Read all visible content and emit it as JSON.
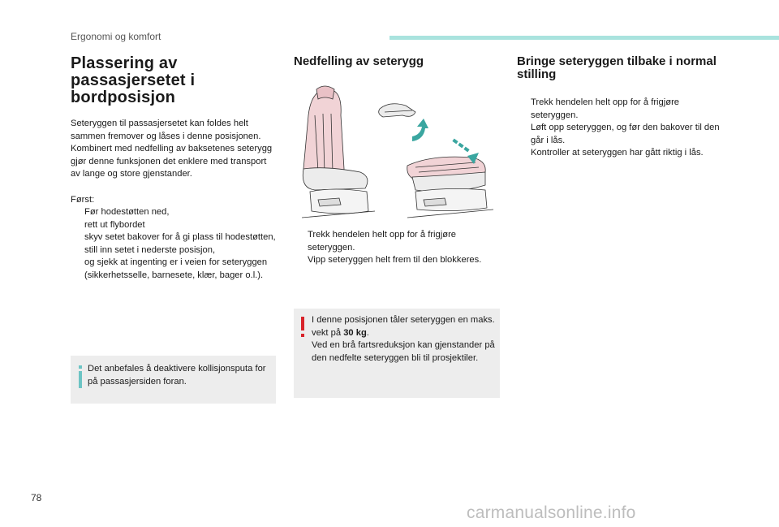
{
  "header": {
    "section": "Ergonomi og komfort"
  },
  "col1": {
    "title": "Plassering av passasjersetet i bordposisjon",
    "intro": "Seteryggen til passasjersetet kan foldes helt sammen fremover og låses i denne posisjonen. Kombinert med nedfelling av baksetenes seterygg gjør denne funksjonen det enklere med transport av lange og store gjenstander.",
    "first_label": "Først:",
    "bullets": [
      "Før hodestøtten ned,",
      "rett ut flybordet",
      "skyv setet bakover for å gi plass til hodestøtten,",
      "still inn setet i nederste posisjon,",
      "og sjekk at ingenting er i veien for seteryggen (sikkerhetsselle, barnesete, klær, bager o.l.)."
    ],
    "info": "Det anbefales å deaktivere kollisjonsputa for på passasjersiden foran."
  },
  "col2": {
    "title": "Nedfelling av seterygg",
    "bullets": [
      "Trekk hendelen helt opp for å frigjøre seteryggen.",
      "Vipp seteryggen helt frem til den blokkeres."
    ],
    "warning_pre": "I denne posisjonen tåler seteryggen en maks. vekt på ",
    "warning_bold": "30 kg",
    "warning_post": ".",
    "warning_2": "Ved en brå fartsreduksjon kan gjenstander på den nedfelte seteryggen bli til prosjektiler."
  },
  "col3": {
    "title": "Bringe seteryggen tilbake i normal stilling",
    "bullets": [
      "Trekk hendelen helt opp for å frigjøre seteryggen.",
      "Løft opp seteryggen, og før den bakover til den går i lås.",
      "Kontroller at seteryggen har gått riktig i lås."
    ]
  },
  "bullet_glyph": "",
  "colors": {
    "accent_bar": "#a9e3de",
    "box_bg": "#ededed",
    "info_icon": "#6cc4c4",
    "warn_icon": "#d8232a",
    "arrow": "#3aa6a0"
  },
  "page_number": "78",
  "watermark": "carmanualsonline.info"
}
